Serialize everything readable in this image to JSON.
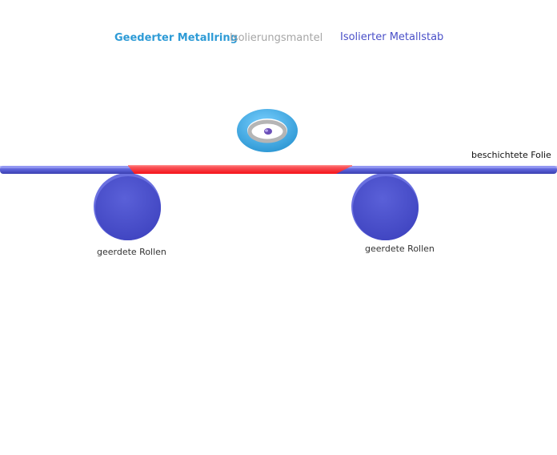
{
  "labels": {
    "ring": "Geederter Metallring",
    "mantel": "Isolierungsmantel",
    "stab": "Isolierter Metallstab",
    "folie": "beschichtete Folie",
    "roll_left": "geerdete Rollen",
    "roll_right": "geerdete Rollen"
  },
  "colors": {
    "ring_blue": "#2e9bd6",
    "insulation_gray": "#b5b5b5",
    "rod_purple": "#5a3fa8",
    "film_blue": "#5a60d8",
    "roller_blue": "#4a50c8",
    "charge_red": "#ff2020"
  }
}
